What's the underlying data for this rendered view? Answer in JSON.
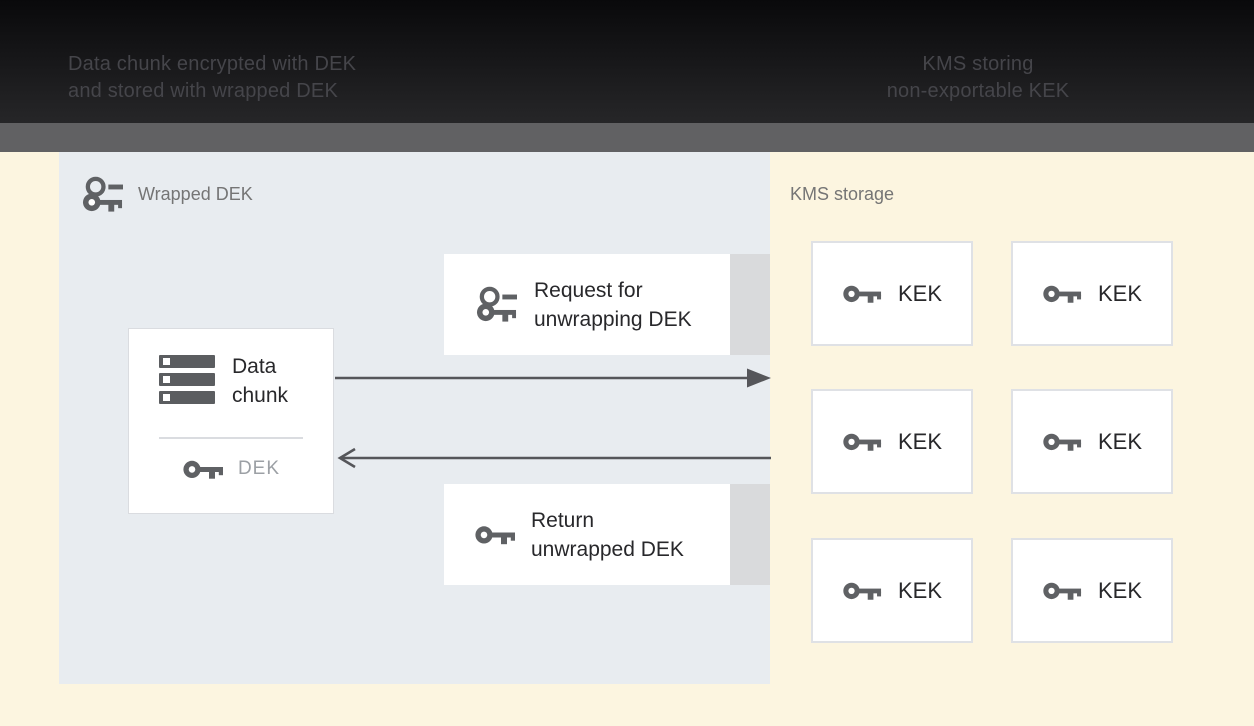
{
  "header": {
    "left_caption": [
      "Data chunk encrypted with DEK",
      "and stored with wrapped DEK"
    ],
    "right_caption": [
      "KMS storing",
      "non-exportable KEK"
    ]
  },
  "wrapped_dek_panel": {
    "label": "Wrapped DEK",
    "data_chunk_box": {
      "title": "Data chunk",
      "key_label": "DEK"
    },
    "request_box": {
      "line1": "Request for",
      "line2": "unwrapping DEK"
    },
    "return_box": {
      "line1": "Return",
      "line2": "unwrapped DEK"
    }
  },
  "kms_panel": {
    "label": "KMS storage",
    "keks": [
      "KEK",
      "KEK",
      "KEK",
      "KEK",
      "KEK",
      "KEK"
    ]
  },
  "icons": {
    "wrapped_key": "wrapped-key-icon",
    "key": "key-icon",
    "data_chunk": "data-chunk-icon",
    "arrow_right": "arrow-right",
    "arrow_left": "arrow-left"
  },
  "colors": {
    "header_bg": "#161618",
    "header_text": "#45454a",
    "strip_bg": "#616163",
    "cream_bg": "#fcf5e0",
    "panel_bg": "#e8ecf0",
    "box_bg": "#ffffff",
    "box_border": "#dadce0",
    "box_cap": "#d9dadc",
    "arrow": "#55565a",
    "dark_text": "#28282b",
    "muted_text": "#757575",
    "dek_text": "#9ca0a5",
    "icon_gray": "#5f6164"
  }
}
